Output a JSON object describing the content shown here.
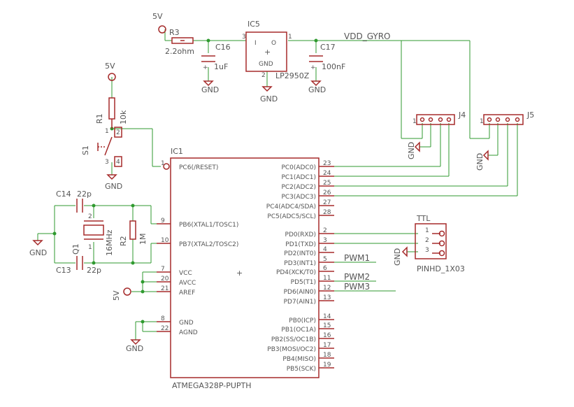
{
  "power": {
    "supply": "5V",
    "ground": "GND",
    "vdd_net": "VDD_GYRO"
  },
  "regulator": {
    "ref": "IC5",
    "part": "LP2950Z",
    "gnd": "GND",
    "in_pin": "3",
    "out_pin": "1",
    "gnd_pin": "2",
    "i_mark": "I",
    "o_mark": "O",
    "plus": "+"
  },
  "r3": {
    "ref": "R3",
    "value": "2.2ohm"
  },
  "c16": {
    "ref": "C16",
    "value": "1uF"
  },
  "c17": {
    "ref": "C17",
    "value": "100nF"
  },
  "r1": {
    "ref": "R1",
    "value": "10k"
  },
  "s1": {
    "ref": "S1",
    "pins": [
      "1",
      "2",
      "3",
      "4"
    ]
  },
  "c14": {
    "ref": "C14",
    "value": "22p"
  },
  "c13": {
    "ref": "C13",
    "value": "22p"
  },
  "q1": {
    "ref": "Q1",
    "value": "16MHz",
    "pins": [
      "2",
      "1"
    ]
  },
  "r2": {
    "ref": "R2",
    "value": "1M"
  },
  "ic1": {
    "ref": "IC1",
    "part": "ATMEGA328P-PUPTH",
    "center_mark": "+",
    "left_pins": [
      {
        "num": "1",
        "name": "PC6(/RESET)"
      },
      {
        "num": "9",
        "name": "PB6(XTAL1/TOSC1)"
      },
      {
        "num": "10",
        "name": "PB7(XTAL2/TOSC2)"
      },
      {
        "num": "7",
        "name": "VCC"
      },
      {
        "num": "20",
        "name": "AVCC"
      },
      {
        "num": "21",
        "name": "AREF"
      },
      {
        "num": "8",
        "name": "GND"
      },
      {
        "num": "22",
        "name": "AGND"
      }
    ],
    "right_pins": [
      {
        "num": "23",
        "name": "PC0(ADC0)"
      },
      {
        "num": "24",
        "name": "PC1(ADC1)"
      },
      {
        "num": "25",
        "name": "PC2(ADC2)"
      },
      {
        "num": "26",
        "name": "PC3(ADC3)"
      },
      {
        "num": "27",
        "name": "PC4(ADC4/SDA)"
      },
      {
        "num": "28",
        "name": "PC5(ADC5/SCL)"
      },
      {
        "num": "2",
        "name": "PD0(RXD)"
      },
      {
        "num": "3",
        "name": "PD1(TXD)"
      },
      {
        "num": "4",
        "name": "PD2(INT0)"
      },
      {
        "num": "5",
        "name": "PD3(INT1)"
      },
      {
        "num": "6",
        "name": "PD4(XCK/T0)"
      },
      {
        "num": "11",
        "name": "PD5(T1)"
      },
      {
        "num": "12",
        "name": "PD6(AIN0)"
      },
      {
        "num": "13",
        "name": "PD7(AIN1)"
      },
      {
        "num": "14",
        "name": "PB0(ICP)"
      },
      {
        "num": "15",
        "name": "PB1(OC1A)"
      },
      {
        "num": "16",
        "name": "PB2(SS/OC1B)"
      },
      {
        "num": "17",
        "name": "PB3(MOSI/OC2)"
      },
      {
        "num": "18",
        "name": "PB4(MISO)"
      },
      {
        "num": "19",
        "name": "PB5(SCK)"
      }
    ]
  },
  "j4": {
    "ref": "J4",
    "pin_one": "1"
  },
  "j5": {
    "ref": "J5",
    "pin_one": "1"
  },
  "ttl": {
    "label": "TTL",
    "part": "PINHD_1X03",
    "pins": [
      "1",
      "2",
      "3"
    ]
  },
  "nets": {
    "pwm1": "PWM1",
    "pwm2": "PWM2",
    "pwm3": "PWM3"
  }
}
